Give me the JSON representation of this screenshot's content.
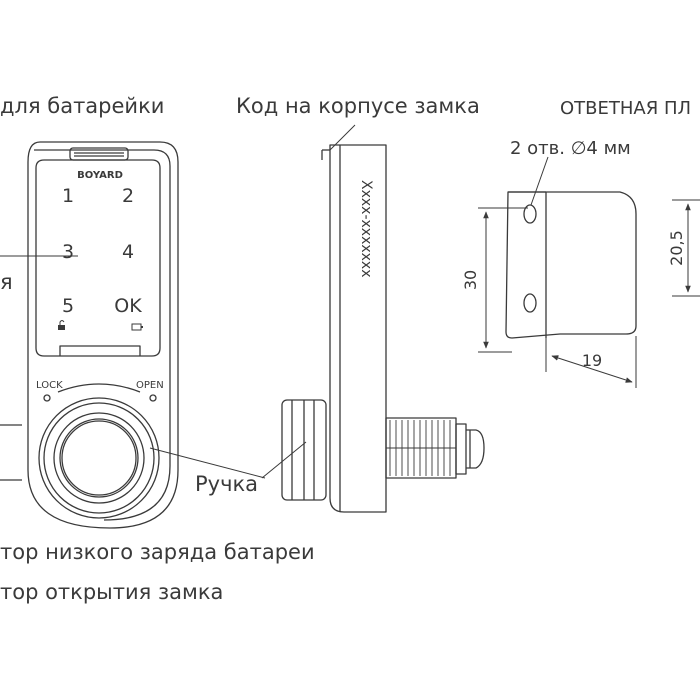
{
  "labels": {
    "battery_cover": "для батарейки",
    "housing_code": "Код на корпусе замка",
    "counter_plate": "ОТВЕТНАЯ ПЛ",
    "holes": "2 отв. ∅4 мм",
    "knob": "Ручка",
    "left_fragment": "я",
    "low_battery_indicator": "тор низкого заряда батареи",
    "open_indicator": "тор открытия замка"
  },
  "dimensions": {
    "height_30": "30",
    "width_19": "19",
    "spacing_20_5": "20,5"
  },
  "lock": {
    "brand": "BOYARD",
    "keys": [
      "1",
      "2",
      "3",
      "4",
      "5",
      "OK"
    ],
    "lock_label": "LOCK",
    "open_label": "OPEN",
    "housing_code_text": "Xxxx-xxxxxxx"
  },
  "colors": {
    "line": "#3a3a3a",
    "fill": "#ffffff"
  }
}
